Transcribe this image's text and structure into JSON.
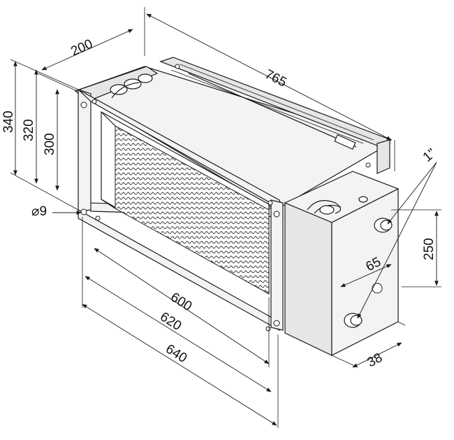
{
  "dimensions": {
    "length": "765",
    "depth": "200",
    "height_outer": "340",
    "height_mid": "320",
    "height_inner": "300",
    "hole_diameter": "⌀9",
    "width_inner": "600",
    "width_mid": "620",
    "width_outer": "640",
    "connection_size": "1\"",
    "connection_spacing": "250",
    "connection_offset": "65",
    "box_depth": "38"
  },
  "colors": {
    "line": "#1a1a1a",
    "fill_light": "#f3f3f3",
    "fill_mid": "#e6e6e6",
    "background": "#ffffff"
  }
}
